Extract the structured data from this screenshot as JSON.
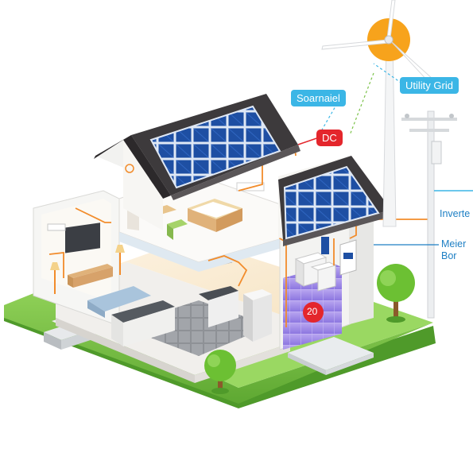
{
  "labels": {
    "solar_panel": "Soarnaiel",
    "utility_grid": "Utility Grid",
    "dc": "DC",
    "inverter": "Inverte",
    "meter_line1": "Meier",
    "meter_line2": "Bor",
    "battery_value": "20"
  },
  "colors": {
    "accent_blue": "#3bb6e6",
    "dc_red": "#e4262c",
    "wire_orange": "#f28c2b",
    "panel_blue": "#1e4fa3",
    "lawn_green": "#7cc24a",
    "roof_dark": "#3d3a3c"
  }
}
